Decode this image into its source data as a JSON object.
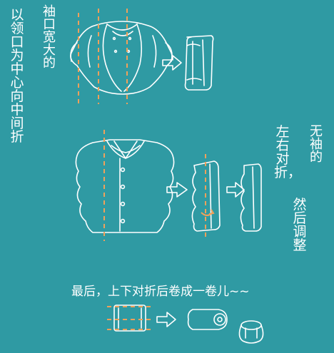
{
  "labels": {
    "left_column": "以领口为中心向中间折",
    "cuff_column": "袖口宽大的",
    "sleeveless_column": "无袖的",
    "fold_column_1": "左右对折，",
    "fold_column_2": "然后调整",
    "bottom_caption": "最后，上下对折后卷成一卷儿~~"
  },
  "colors": {
    "background": "#2f9aa3",
    "line": "#ffffff",
    "guide": "#f0a15a"
  }
}
